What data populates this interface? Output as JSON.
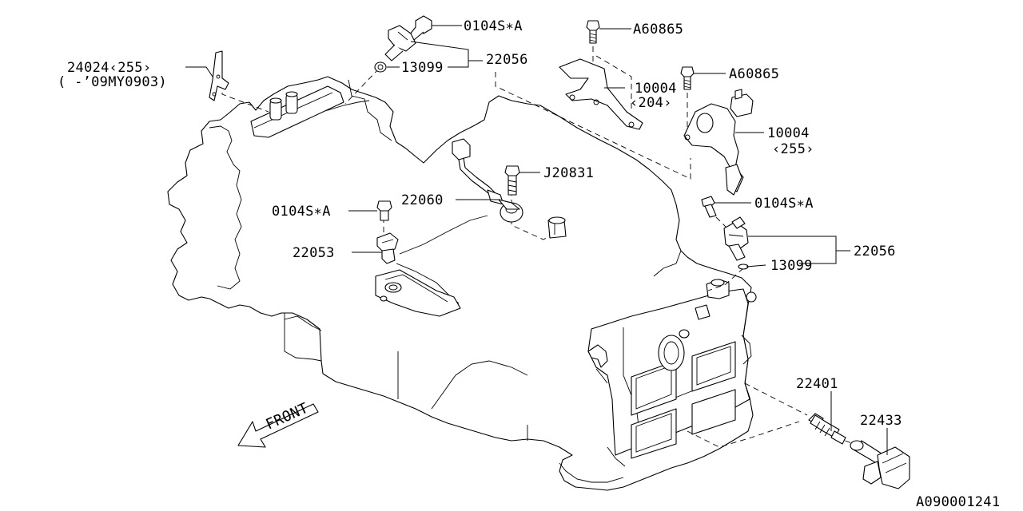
{
  "figure_code": "A090001241",
  "front_label": "FRONT",
  "callouts": [
    {
      "id": "bolt-top",
      "text": "0104S∗A"
    },
    {
      "id": "sensor-top",
      "text": "22056"
    },
    {
      "id": "oring-top",
      "text": "13099"
    },
    {
      "id": "bracket-left",
      "text": "24024‹255›"
    },
    {
      "id": "bracket-left-note",
      "text": "( -’09MY0903)"
    },
    {
      "id": "bolt-a60865-1",
      "text": "A60865"
    },
    {
      "id": "bolt-a60865-2",
      "text": "A60865"
    },
    {
      "id": "bracket-10004-a",
      "text": "10004"
    },
    {
      "id": "bracket-10004-a-note",
      "text": "‹204›"
    },
    {
      "id": "bracket-10004-b",
      "text": "10004"
    },
    {
      "id": "bracket-10004-b-note",
      "text": "‹255›"
    },
    {
      "id": "bolt-j20831",
      "text": "J20831"
    },
    {
      "id": "knock-sensor",
      "text": "22060"
    },
    {
      "id": "bolt-left",
      "text": "0104S∗A"
    },
    {
      "id": "cam-sensor",
      "text": "22053"
    },
    {
      "id": "bolt-right",
      "text": "0104S∗A"
    },
    {
      "id": "sensor-right",
      "text": "22056"
    },
    {
      "id": "oring-right",
      "text": "13099"
    },
    {
      "id": "spark-plug",
      "text": "22401"
    },
    {
      "id": "ignition-coil",
      "text": "22433"
    }
  ]
}
